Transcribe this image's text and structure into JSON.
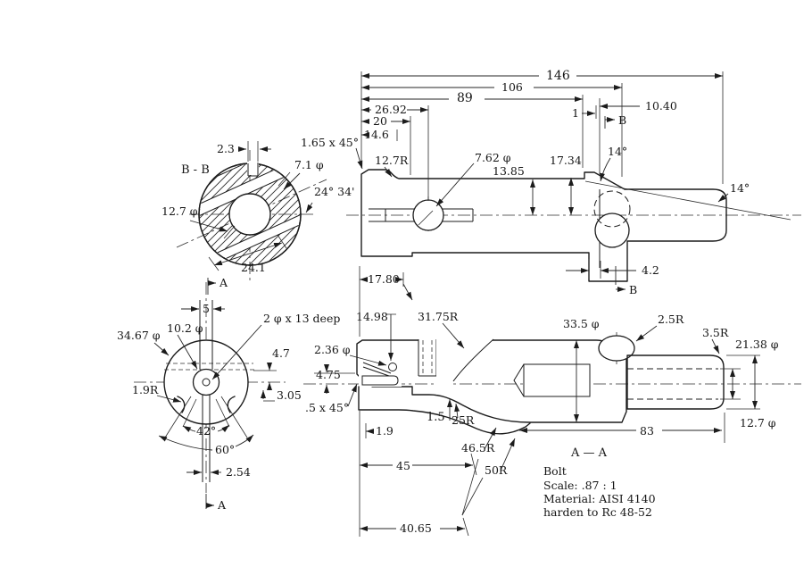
{
  "colors": {
    "line": "#1c1c1c",
    "background": "#ffffff"
  },
  "markers": {
    "a": "A",
    "b": "B"
  },
  "views": {
    "bb": {
      "label": "B - B"
    },
    "aa": {
      "label": "A — A"
    }
  },
  "dims": {
    "bb_2_3": "2.3",
    "bb_7_1": "7.1 φ",
    "bb_24_34": "24° 34'",
    "bb_12_7": "12.7 φ",
    "bb_24_1": "24.1",
    "side_146": "146",
    "side_106": "106",
    "side_89": "89",
    "side_26_92": "26.92",
    "side_20": "20",
    "side_14_6": "14.6",
    "side_1": "1",
    "side_10_40": "10.40",
    "side_chamfer": "1.65 x 45°",
    "side_12_7r": "12.7R",
    "side_7_62": "7.62 φ",
    "side_17_34": "17.34",
    "side_13_85": "13.85",
    "side_14a": "14°",
    "side_14b": "14°",
    "side_4_2": "4.2",
    "a_5": "5",
    "a_10_2": "10.2 φ",
    "a_2x13": "2 φ x 13 deep",
    "a_34_67": "34.67 φ",
    "a_4_7": "4.7",
    "a_1_9r": "1.9R",
    "a_3_05": "3.05",
    "a_42": "42°",
    "a_60": "60°",
    "a_2_54": "2.54",
    "aa_17_80": "17.80",
    "aa_14_98": "14.98",
    "aa_31_75": "31.75R",
    "aa_33_5": "33.5 φ",
    "aa_2_5r": "2.5R",
    "aa_3_5r": "3.5R",
    "aa_21_38": "21.38 φ",
    "aa_12_7": "12.7 φ",
    "aa_83": "83",
    "aa_2_36": "2.36 φ",
    "aa_4_75": "4.75",
    "aa_chamfer": ".5 x 45°",
    "aa_1_9": "1.9",
    "aa_1_5": "1.5",
    "aa_25r": "25R",
    "aa_46_5r": "46.5R",
    "aa_50r": "50R",
    "aa_45": "45",
    "aa_40_65": "40.65"
  },
  "notes": {
    "part": "Bolt",
    "scale": "Scale: .87 : 1",
    "material": "Material: AISI 4140",
    "hardening": "harden to Rc 48-52"
  }
}
